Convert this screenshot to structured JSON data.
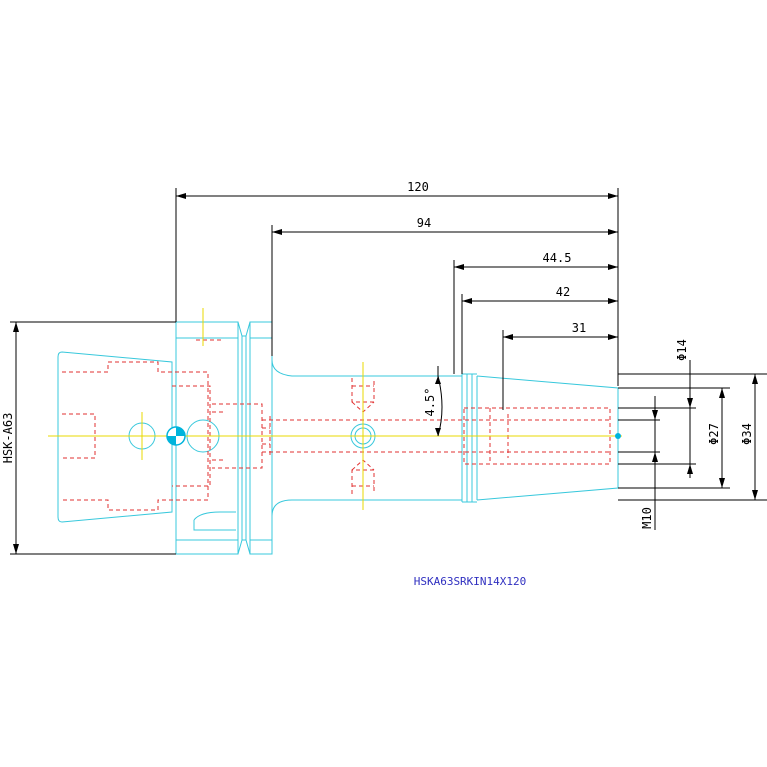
{
  "dimensions": {
    "overall_length": "120",
    "length_94": "94",
    "length_44_5": "44.5",
    "length_42": "42",
    "length_31": "31",
    "taper_angle": "4.5°",
    "dia_14": "Φ14",
    "dia_27": "Φ27",
    "dia_34": "Φ34",
    "thread": "M10",
    "shank": "HSK-A63"
  },
  "part_number": "HSKA63SRKIN14X120",
  "colors": {
    "outline": "#38c8dc",
    "hidden": "#e23030",
    "center": "#e8d800",
    "dimension": "#000000",
    "title": "#3030c0",
    "marker": "#00b4dc"
  }
}
